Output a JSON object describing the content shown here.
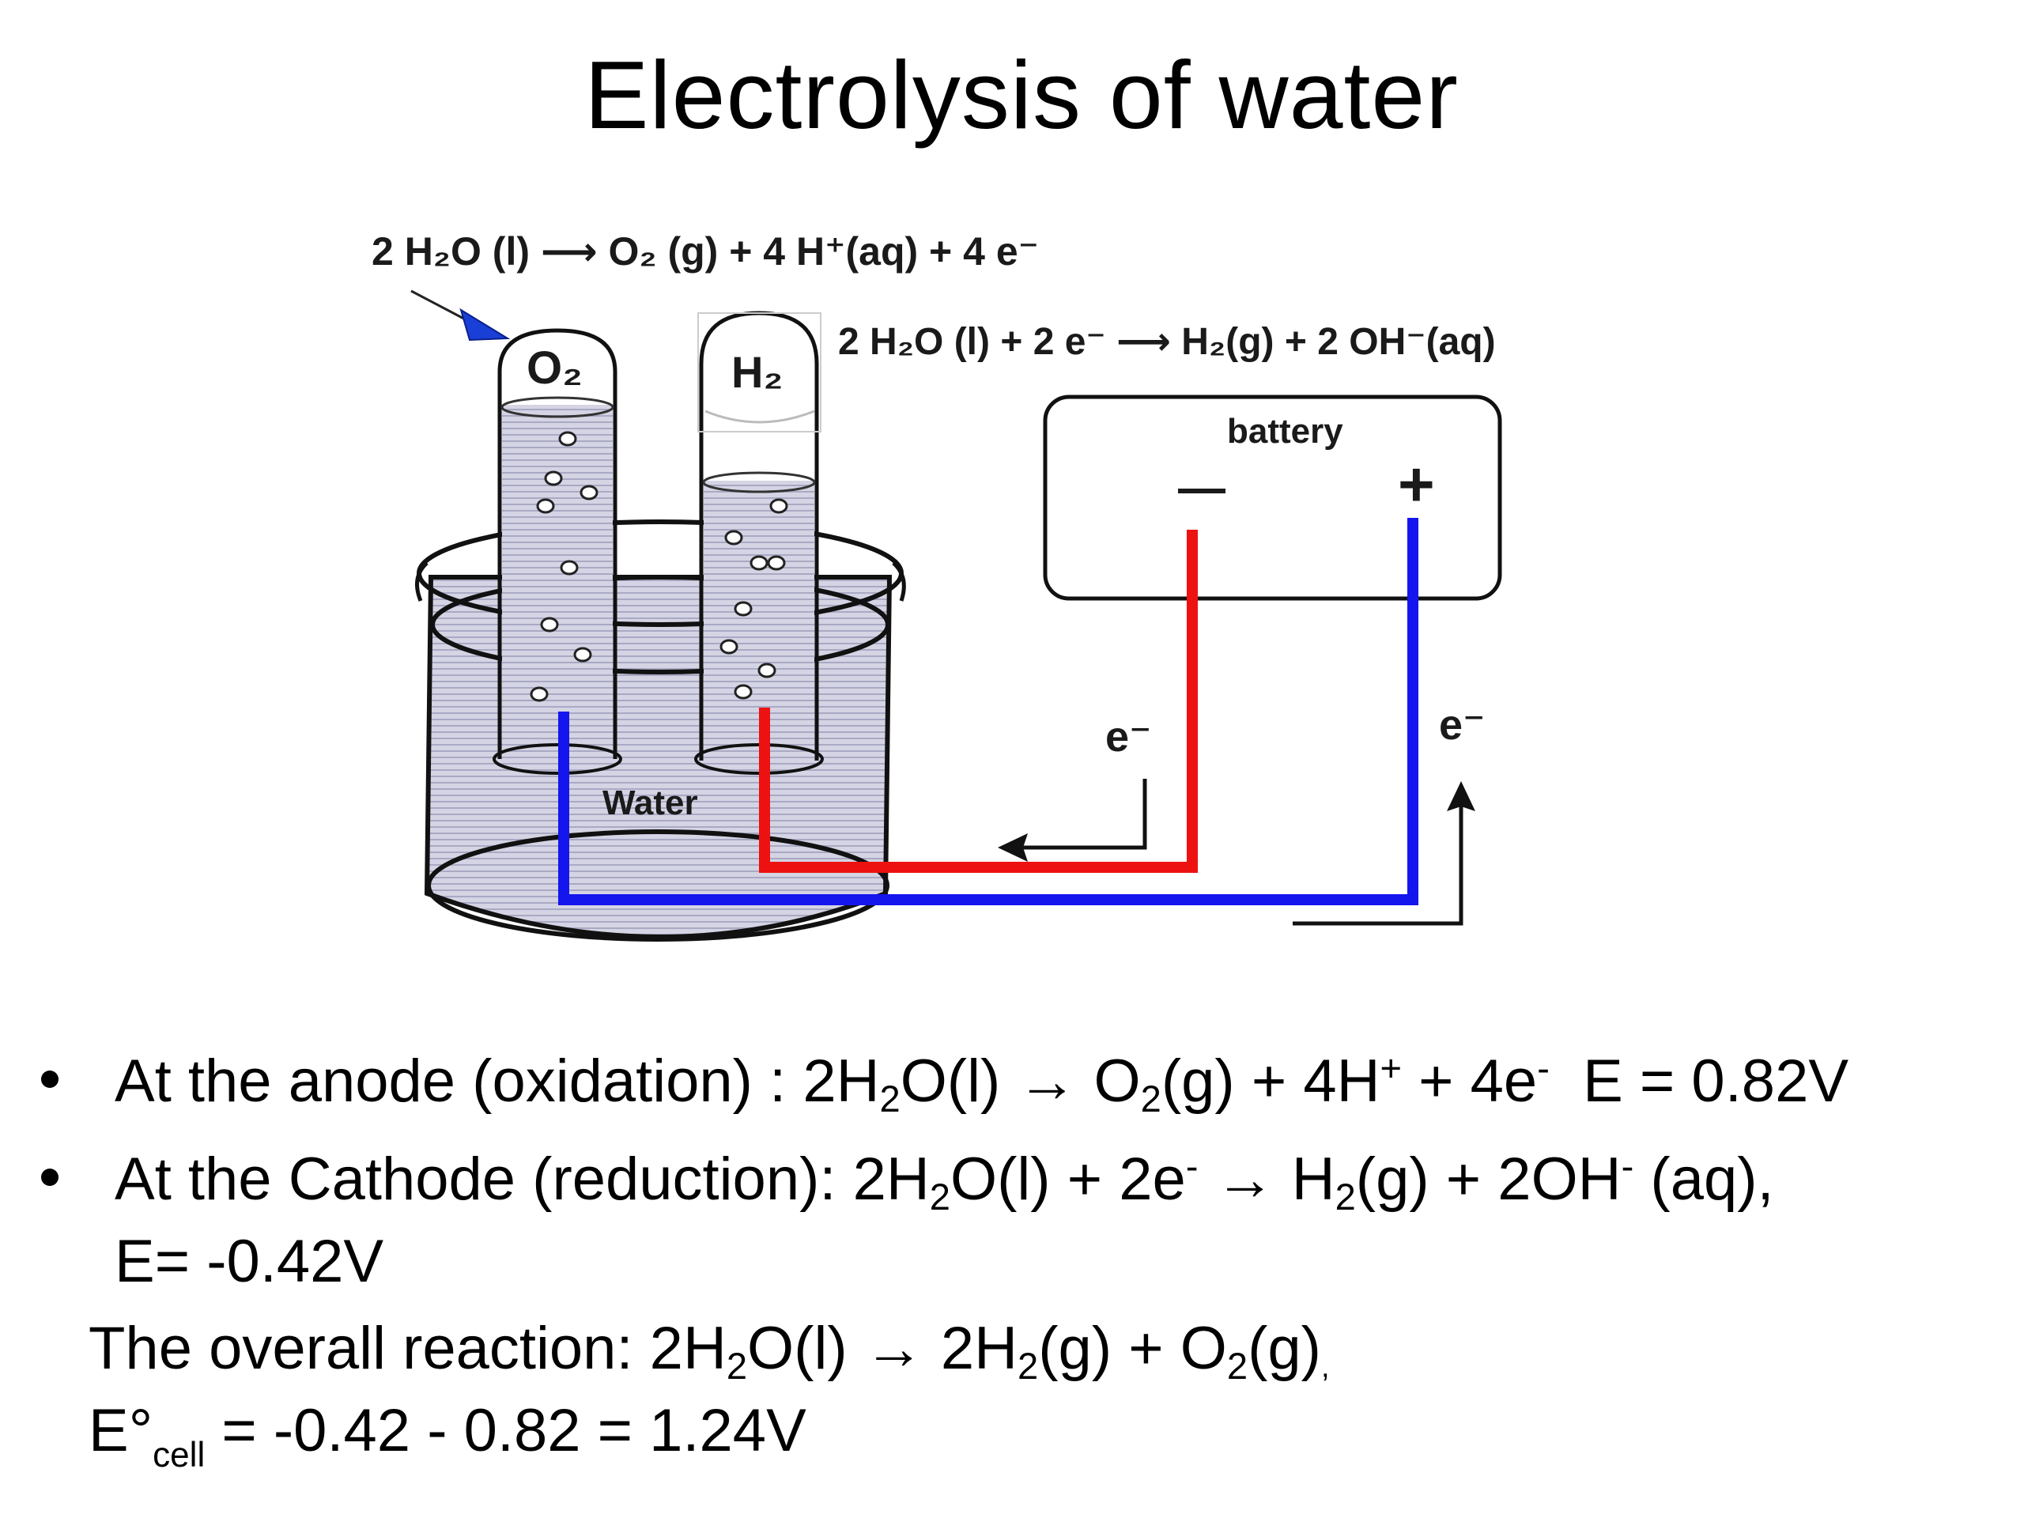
{
  "slide": {
    "title": "Electrolysis of water"
  },
  "diagram": {
    "anode_equation": "2 H₂O (l) ⟶ O₂ (g) + 4 H⁺(aq) + 4 e⁻",
    "cathode_equation": "2 H₂O (l) + 2 e⁻ ⟶ H₂(g) + 2 OH⁻(aq)",
    "o2_tube_label": "O₂",
    "h2_tube_label": "H₂",
    "battery_label": "battery",
    "battery_negative": "—",
    "battery_positive": "+",
    "electron_label_left": "e⁻",
    "electron_label_right": "e⁻",
    "beaker_label": "Water",
    "colors": {
      "negative_wire": "#ee1111",
      "positive_wire": "#1515ee",
      "water": "#c8c8dc",
      "arrow_accent": "#1a3fd6"
    }
  },
  "bullets": {
    "anode": {
      "prefix": "At the anode (oxidation) : 2H",
      "s1": "2",
      "m1": "O(l) → O",
      "s2": "2",
      "m2": "(g) + 4H",
      "sup1": "+",
      "m3": " + 4e",
      "sup2": "-",
      "suffix": "  E = 0.82V"
    },
    "cathode": {
      "prefix": "At the Cathode (reduction): 2H",
      "s1": "2",
      "m1": "O(l) + 2e",
      "sup1": "-",
      "m2": " → H",
      "s2": "2",
      "m3": "(g) + 2OH",
      "sup2": "-",
      "m4": " (aq),",
      "line2": "E= -0.42V"
    },
    "overall": {
      "prefix": "The overall reaction: 2H",
      "s1": "2",
      "m1": "O(l) → 2H",
      "s2": "2",
      "m2": "(g) + O",
      "s3": "2",
      "m3": "(g)",
      "trail": ",",
      "e_prefix": "E°",
      "e_sub": "cell",
      "e_rest": " = -0.42 - 0.82 = 1.24V"
    }
  }
}
